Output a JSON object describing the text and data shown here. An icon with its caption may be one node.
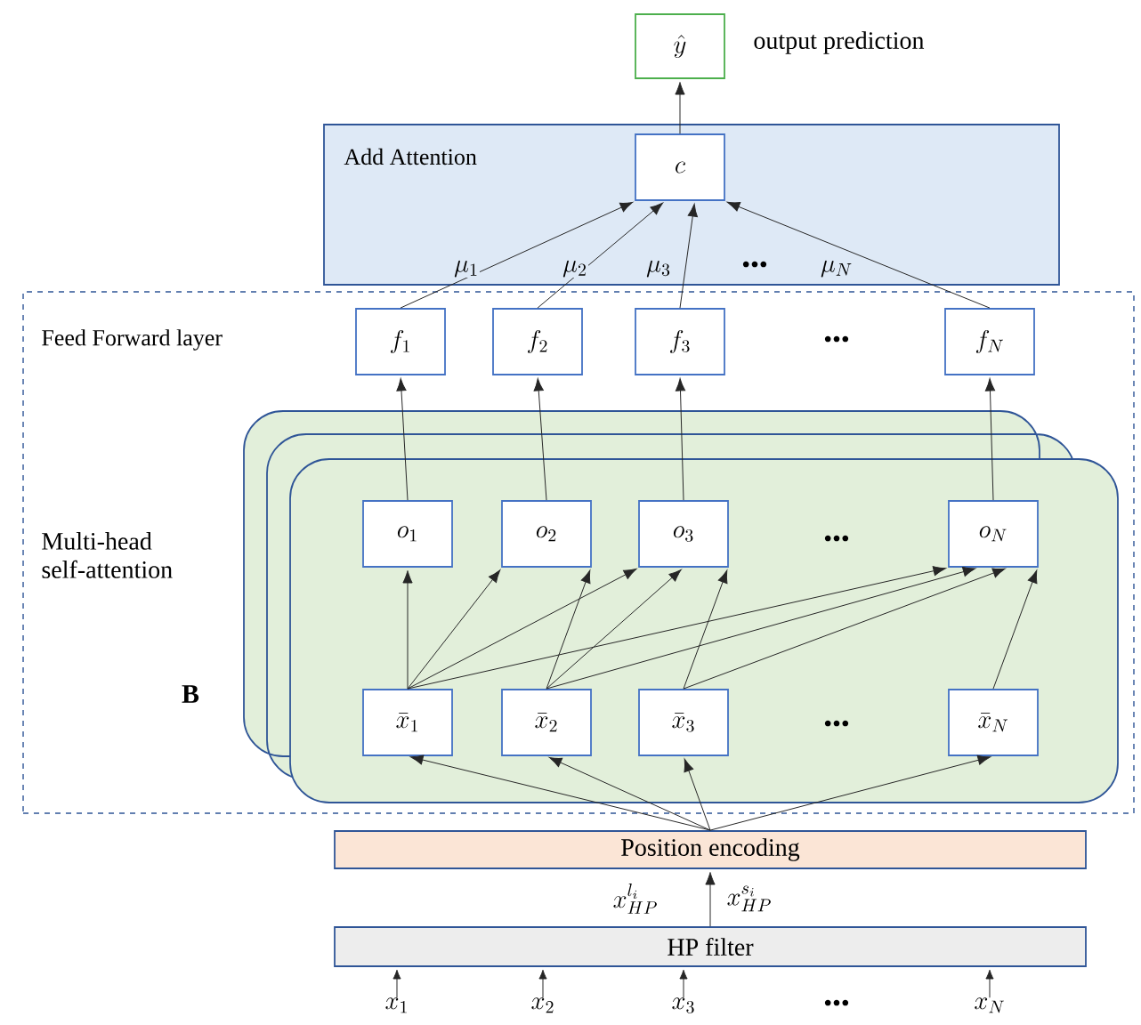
{
  "diagram": {
    "nodes": [
      {
        "text": [
          "\\hat{y}"
        ],
        "beside": [
          "output prediction"
        ]
      },
      {
        "text": [
          "Add Attention"
        ]
      },
      {
        "text": [
          "c"
        ],
        "in": 1
      },
      {
        "text": [
          "Feed Forward layer"
        ]
      },
      {
        "text": [
          "f_1"
        ],
        "in": 3
      },
      {
        "text": [
          "f_2"
        ],
        "in": 3
      },
      {
        "text": [
          "f_3"
        ],
        "in": 3
      },
      {
        "text": [
          "f_N"
        ],
        "in": 3
      },
      {
        "text": [],
        "shape": "box",
        "in": 3
      },
      {
        "text": [
          "o_1"
        ],
        "in": 8
      },
      {
        "text": [
          "o_2"
        ],
        "in": 8
      },
      {
        "text": [
          "o_3"
        ],
        "in": 8
      },
      {
        "text": [
          "o_N"
        ],
        "in": 8
      },
      {
        "text": [
          "\\bar{x}_1"
        ],
        "in": 8
      },
      {
        "text": [
          "\\bar{x}_2"
        ],
        "in": 8
      },
      {
        "text": [
          "\\bar{x}_3"
        ],
        "in": 8
      },
      {
        "text": [
          "\\bar{x}_N"
        ],
        "in": 8
      },
      {
        "text": [
          "Position encoding"
        ]
      },
      {
        "text": [
          "HP filter"
        ]
      },
      {
        "text": [
          "x_1"
        ]
      },
      {
        "text": [
          "x_2"
        ]
      },
      {
        "text": [
          "x_3"
        ]
      },
      {
        "text": [
          "x_N"
        ]
      }
    ],
    "edges": [
      {
        "from": 2,
        "to": 0,
        "arrow": "to"
      },
      {
        "from": 4,
        "to": 2,
        "arrow": "to",
        "label": "\\mu_1"
      },
      {
        "from": 5,
        "to": 2,
        "arrow": "to",
        "label": "\\mu_2"
      },
      {
        "from": 6,
        "to": 2,
        "arrow": "to",
        "label": "\\mu_3"
      },
      {
        "from": 7,
        "to": 2,
        "arrow": "to",
        "label": "\\mu_N"
      },
      {
        "from": 9,
        "to": 4,
        "arrow": "to"
      },
      {
        "from": 10,
        "to": 5,
        "arrow": "to"
      },
      {
        "from": 11,
        "to": 6,
        "arrow": "to"
      },
      {
        "from": 12,
        "to": 7,
        "arrow": "to"
      },
      {
        "from": 13,
        "to": 9,
        "arrow": "to"
      },
      {
        "from": 13,
        "to": 10,
        "arrow": "to"
      },
      {
        "from": 13,
        "to": 11,
        "arrow": "to"
      },
      {
        "from": 13,
        "to": 12,
        "arrow": "to"
      },
      {
        "from": 14,
        "to": 10,
        "arrow": "to"
      },
      {
        "from": 14,
        "to": 11,
        "arrow": "to"
      },
      {
        "from": 14,
        "to": 12,
        "arrow": "to"
      },
      {
        "from": 15,
        "to": 11,
        "arrow": "to"
      },
      {
        "from": 15,
        "to": 12,
        "arrow": "to"
      },
      {
        "from": 16,
        "to": 12,
        "arrow": "to"
      },
      {
        "from": 17,
        "to": 13,
        "arrow": "to"
      },
      {
        "from": 17,
        "to": 14,
        "arrow": "to"
      },
      {
        "from": 17,
        "to": 15,
        "arrow": "to"
      },
      {
        "from": 17,
        "to": 16,
        "arrow": "to"
      },
      {
        "from": 18,
        "to": 17,
        "arrow": "to"
      },
      {
        "from": 19,
        "to": 18,
        "arrow": "to"
      },
      {
        "from": 20,
        "to": 18,
        "arrow": "to"
      },
      {
        "from": 21,
        "to": 18,
        "arrow": "to"
      },
      {
        "from": 22,
        "to": 18,
        "arrow": "to"
      }
    ],
    "labels": [
      "•••",
      "•••",
      "Multi-head self-attention",
      "•••",
      "B",
      "•••",
      "x_{HP}^{l_i}",
      "x_{HP}^{s_i}",
      "•••"
    ]
  }
}
